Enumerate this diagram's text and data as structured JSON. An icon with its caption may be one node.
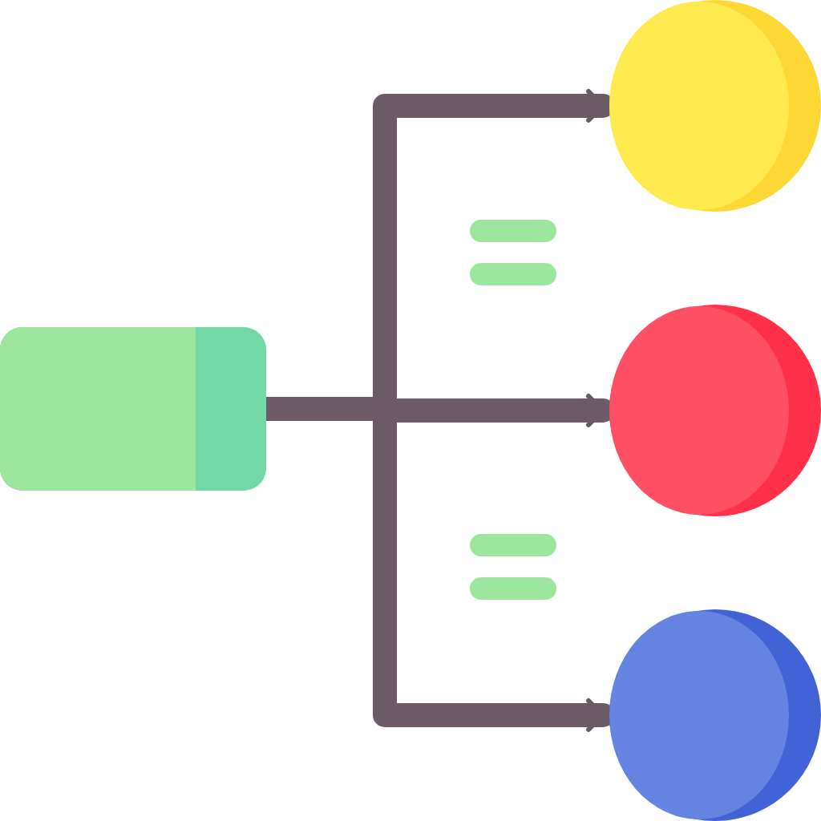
{
  "diagram": {
    "nodes": [
      {
        "text": [],
        "shape": "box"
      },
      {
        "text": [],
        "shape": "circle"
      },
      {
        "text": [],
        "shape": "circle"
      },
      {
        "text": [],
        "shape": "circle"
      }
    ],
    "edges": [
      {
        "from": 0,
        "to": 1,
        "arrow": "to"
      },
      {
        "from": 0,
        "to": 2,
        "arrow": "to"
      },
      {
        "from": 0,
        "to": 3,
        "arrow": "to"
      }
    ]
  }
}
